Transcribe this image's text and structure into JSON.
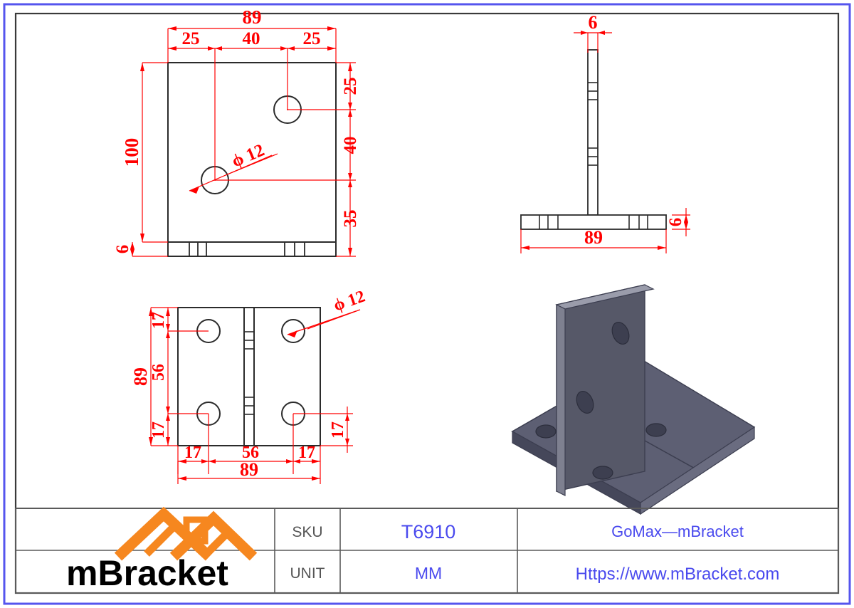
{
  "document": {
    "type": "engineering-drawing",
    "sheet_border_color": "#5555ee",
    "frame_color": "#3a3a3a",
    "dimension_color": "#ff0000",
    "part_line_color": "#2b2b2b",
    "model_color": "#5a5c70"
  },
  "views": {
    "front": {
      "name": "front-elevation-view",
      "dimensions": {
        "overall_width": "89",
        "width_segments": [
          "25",
          "40",
          "25"
        ],
        "overall_height": "100",
        "height_segments": [
          "25",
          "40",
          "35"
        ],
        "base_thickness": "6",
        "hole_callout": "ϕ 12"
      }
    },
    "side": {
      "name": "side-elevation-view",
      "dimensions": {
        "web_thickness": "6",
        "base_width": "89",
        "base_thickness": "6"
      }
    },
    "plan": {
      "name": "bottom-plan-view",
      "dimensions": {
        "overall_width": "89",
        "overall_depth": "89",
        "horizontal_segments": [
          "17",
          "56",
          "17"
        ],
        "vertical_segments": [
          "17",
          "56",
          "17"
        ],
        "right_offset": "17",
        "hole_callout": "ϕ 12"
      }
    },
    "iso": {
      "name": "isometric-3d-view",
      "description": "T-bracket 3D model"
    }
  },
  "title_block": {
    "logo": {
      "brand": "mBracket",
      "mark_color": "#f6871f"
    },
    "rows": [
      {
        "label": "SKU",
        "value": "T6910",
        "right": "GoMax—mBracket"
      },
      {
        "label": "UNIT",
        "value": "MM",
        "right": "Https://www.mBracket.com"
      }
    ]
  }
}
